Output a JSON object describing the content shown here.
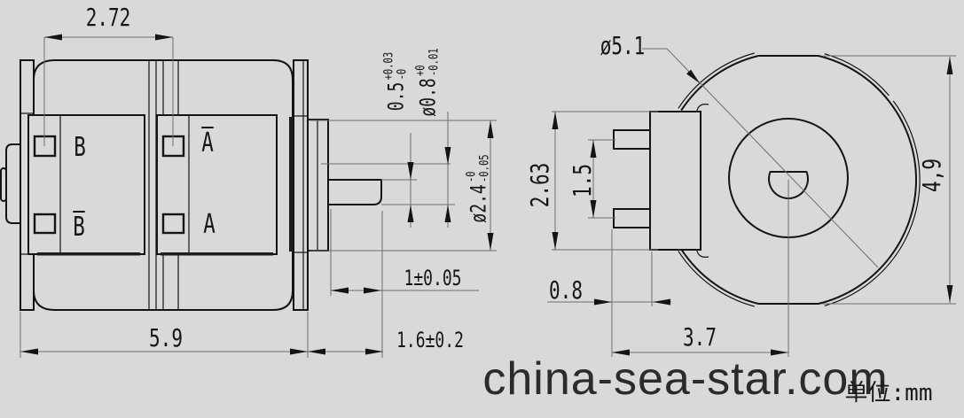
{
  "colors": {
    "background": "#d9d9d9",
    "object_line": "#141414",
    "dimension_line": "#6e6e6e",
    "text": "#161616",
    "watermark": "#2b2b2b"
  },
  "side_view": {
    "terminal_labels": {
      "coil_b": "B",
      "coil_b_bar": "B",
      "coil_a_bar": "A",
      "coil_a": "A"
    },
    "dimensions": {
      "pin_spacing": "2.72",
      "body_length": "5.9",
      "shaft_overall": "1.6±0.2",
      "shaft_protrusion": "1±0.05",
      "flat_thickness": {
        "value": "0.5",
        "tol_upper": "+0.03",
        "tol_lower": "-0"
      },
      "shaft_diameter": {
        "value": "ø0.8",
        "tol_upper": "+0",
        "tol_lower": "-0.01"
      },
      "hub_diameter": {
        "value": "ø2.4",
        "tol_upper": "-0",
        "tol_lower": "-0.05"
      }
    }
  },
  "front_view": {
    "dimensions": {
      "body_diameter": "ø5.1",
      "connector_height": "2.63",
      "pin_pitch": "1.5",
      "pin_length": "0.8",
      "pin_to_center": "3.7",
      "overall_height": "4,9"
    }
  },
  "footer": {
    "watermark": "china-sea-star.com",
    "unit_note": "单位:mm"
  }
}
